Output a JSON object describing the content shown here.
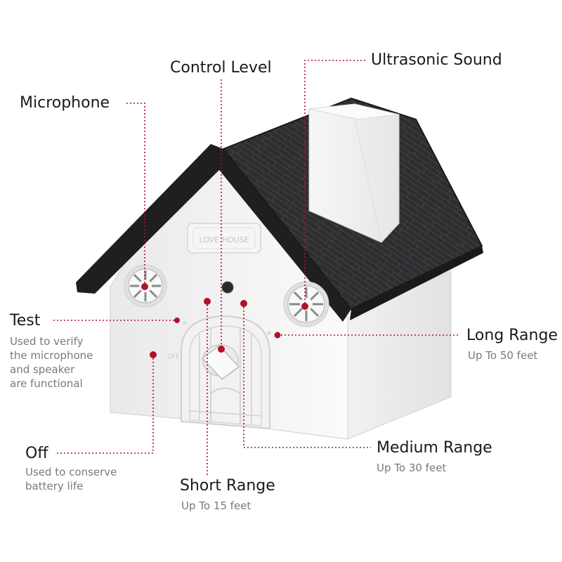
{
  "callouts": {
    "control_level": {
      "label": "Control Level"
    },
    "ultrasonic_sound": {
      "label": "Ultrasonic Sound"
    },
    "microphone": {
      "label": "Microphone"
    },
    "test": {
      "label": "Test",
      "desc": [
        "Used to verify",
        "the microphone",
        "and speaker",
        "are functional"
      ]
    },
    "long_range": {
      "label": "Long Range",
      "desc": "Up To 50 feet"
    },
    "medium_range": {
      "label": "Medium Range",
      "desc": "Up To 30 feet"
    },
    "off": {
      "label": "Off",
      "desc": [
        "Used to conserve",
        "battery life"
      ]
    },
    "short_range": {
      "label": "Short Range",
      "desc": "Up To 15 feet"
    }
  },
  "device": {
    "plaque_text": "LOVE HOUSE",
    "off_mark": "OFF"
  },
  "colors": {
    "leader": "#b0122a",
    "roof": "#2c2c2e",
    "body": "#f4f4f4"
  }
}
